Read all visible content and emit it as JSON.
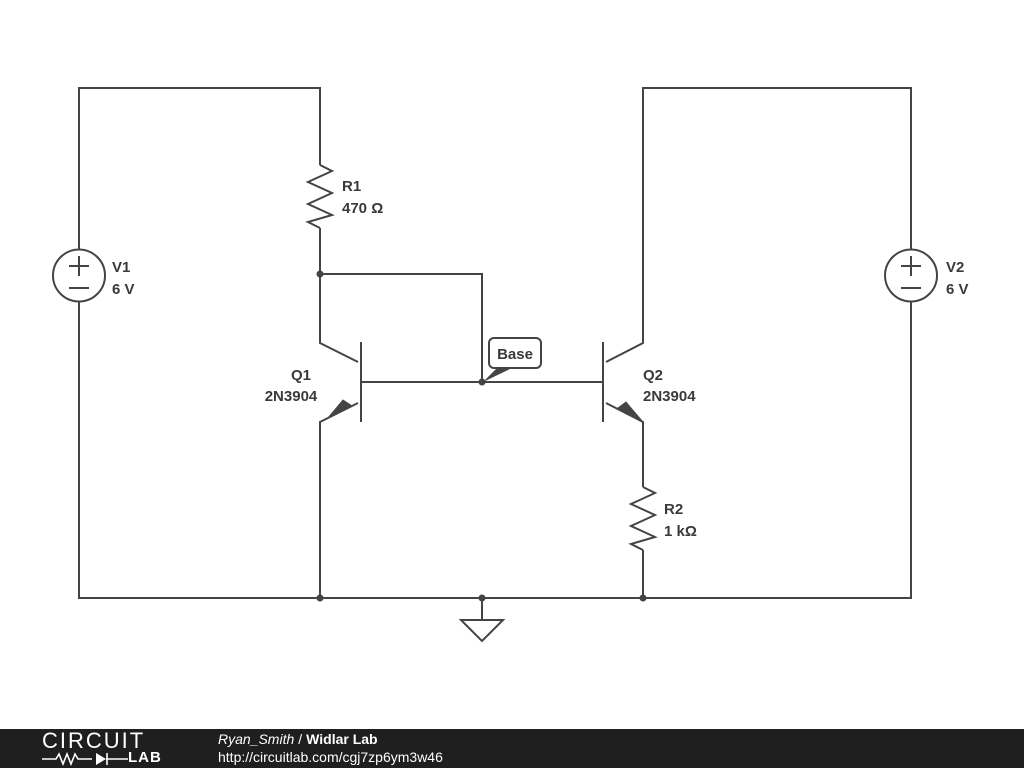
{
  "schematic": {
    "components": {
      "v1": {
        "name": "V1",
        "value": "6 V"
      },
      "v2": {
        "name": "V2",
        "value": "6 V"
      },
      "r1": {
        "name": "R1",
        "value": "470 Ω"
      },
      "r2": {
        "name": "R2",
        "value": "1 kΩ"
      },
      "q1": {
        "name": "Q1",
        "value": "2N3904"
      },
      "q2": {
        "name": "Q2",
        "value": "2N3904"
      }
    },
    "net_label": "Base"
  },
  "footer": {
    "logo_top": "CIRCUIT",
    "logo_bottom": "LAB",
    "author": "Ryan_Smith",
    "separator": "/",
    "title": "Widlar Lab",
    "url": "http://circuitlab.com/cgj7zp6ym3w46"
  },
  "colors": {
    "wire": "#444444",
    "footer_bg": "#1f1f1f",
    "footer_text": "#ffffff"
  }
}
